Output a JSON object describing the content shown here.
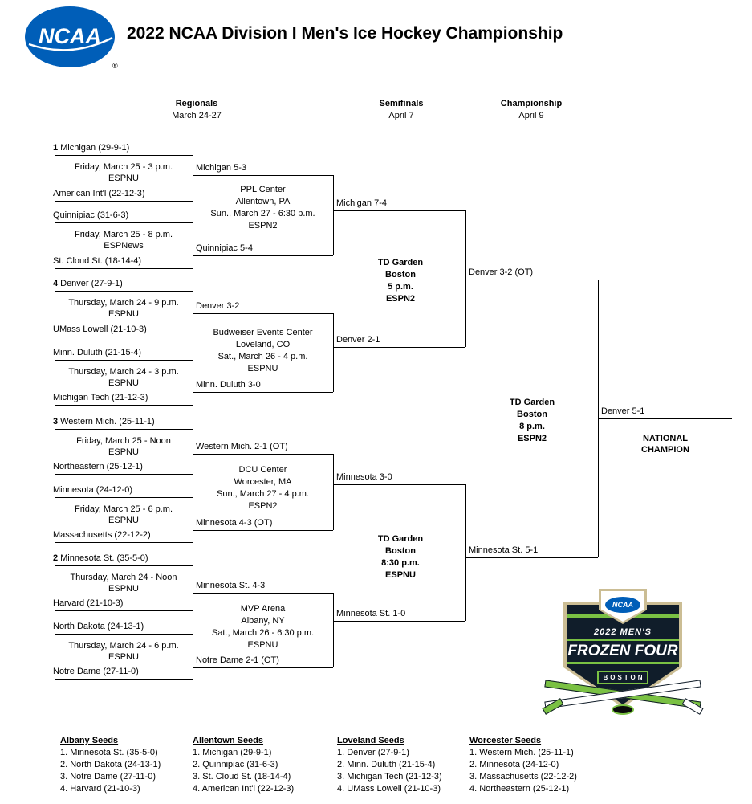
{
  "header": {
    "logo": "NCAA",
    "reg": "®",
    "title": "2022 NCAA Division I Men's Ice Hockey Championship"
  },
  "columns": {
    "regionals_label": "Regionals",
    "regionals_dates": "March 24-27",
    "semifinals_label": "Semifinals",
    "semifinals_dates": "April 7",
    "championship_label": "Championship",
    "championship_dates": "April 9"
  },
  "round1": [
    {
      "seed": "1",
      "top": "Michigan (29-9-1)",
      "date": "Friday, March 25 - 3 p.m.",
      "network": "ESPNU",
      "bottom": "American Int'l (22-12-3)"
    },
    {
      "seed": "",
      "top": "Quinnipiac (31-6-3)",
      "date": "Friday, March 25 - 8 p.m.",
      "network": "ESPNews",
      "bottom": "St. Cloud St. (18-14-4)"
    },
    {
      "seed": "4",
      "top": "Denver (27-9-1)",
      "date": "Thursday, March 24 - 9 p.m.",
      "network": "ESPNU",
      "bottom": "UMass Lowell (21-10-3)"
    },
    {
      "seed": "",
      "top": "Minn. Duluth (21-15-4)",
      "date": "Thursday, March 24 - 3 p.m.",
      "network": "ESPNU",
      "bottom": "Michigan Tech (21-12-3)"
    },
    {
      "seed": "3",
      "top": "Western Mich. (25-11-1)",
      "date": "Friday, March 25 - Noon",
      "network": "ESPNU",
      "bottom": "Northeastern (25-12-1)"
    },
    {
      "seed": "",
      "top": "Minnesota (24-12-0)",
      "date": "Friday, March 25 - 6 p.m.",
      "network": "ESPNU",
      "bottom": "Massachusetts (22-12-2)"
    },
    {
      "seed": "2",
      "top": "Minnesota St. (35-5-0)",
      "date": "Thursday, March 24 - Noon",
      "network": "ESPNU",
      "bottom": "Harvard (21-10-3)"
    },
    {
      "seed": "",
      "top": "North Dakota (24-13-1)",
      "date": "Thursday, March 24 - 6 p.m.",
      "network": "ESPNU",
      "bottom": "Notre Dame (27-11-0)"
    }
  ],
  "round1_winners": [
    "Michigan 5-3",
    "Quinnipiac 5-4",
    "Denver 3-2",
    "Minn. Duluth 3-0",
    "Western Mich. 2-1 (OT)",
    "Minnesota 4-3 (OT)",
    "Minnesota St. 4-3",
    "Notre Dame 2-1 (OT)"
  ],
  "regionals": [
    {
      "venue": "PPL Center",
      "city": "Allentown, PA",
      "date": "Sun., March 27 - 6:30 p.m.",
      "network": "ESPN2"
    },
    {
      "venue": "Budweiser Events Center",
      "city": "Loveland, CO",
      "date": "Sat., March 26 - 4 p.m.",
      "network": "ESPNU"
    },
    {
      "venue": "DCU Center",
      "city": "Worcester, MA",
      "date": "Sun., March 27 - 4 p.m.",
      "network": "ESPN2"
    },
    {
      "venue": "MVP Arena",
      "city": "Albany, NY",
      "date": "Sat., March 26 - 6:30 p.m.",
      "network": "ESPNU"
    }
  ],
  "regional_winners": [
    "Michigan 7-4",
    "Denver 2-1",
    "Minnesota 3-0",
    "Minnesota St. 1-0"
  ],
  "semifinals": [
    {
      "venue": "TD Garden",
      "city": "Boston",
      "time": "5 p.m.",
      "network": "ESPN2"
    },
    {
      "venue": "TD Garden",
      "city": "Boston",
      "time": "8:30 p.m.",
      "network": "ESPNU"
    }
  ],
  "semifinal_winners": [
    "Denver 3-2 (OT)",
    "Minnesota St. 5-1"
  ],
  "final_game": {
    "venue": "TD Garden",
    "city": "Boston",
    "time": "8 p.m.",
    "network": "ESPN2"
  },
  "champion": {
    "result": "Denver 5-1",
    "line1": "NATIONAL",
    "line2": "CHAMPION"
  },
  "logo": {
    "ncaa": "NCAA",
    "year": "2022 MEN'S",
    "title": "FROZEN FOUR",
    "city": "BOSTON"
  },
  "seeds": [
    {
      "title": "Albany Seeds",
      "items": [
        "1. Minnesota St. (35-5-0)",
        "2. North Dakota (24-13-1)",
        "3. Notre Dame (27-11-0)",
        "4. Harvard (21-10-3)"
      ]
    },
    {
      "title": "Allentown Seeds",
      "items": [
        "1. Michigan (29-9-1)",
        "2. Quinnipiac (31-6-3)",
        "3. St. Cloud St. (18-14-4)",
        "4. American Int'l (22-12-3)"
      ]
    },
    {
      "title": "Loveland Seeds",
      "items": [
        "1. Denver (27-9-1)",
        "2. Minn. Duluth (21-15-4)",
        "3. Michigan Tech (21-12-3)",
        "4. UMass Lowell (21-10-3)"
      ]
    },
    {
      "title": "Worcester Seeds",
      "items": [
        "1. Western Mich. (25-11-1)",
        "2. Minnesota (24-12-0)",
        "3. Massachusetts (22-12-2)",
        "4. Northeastern (25-12-1)"
      ]
    }
  ]
}
